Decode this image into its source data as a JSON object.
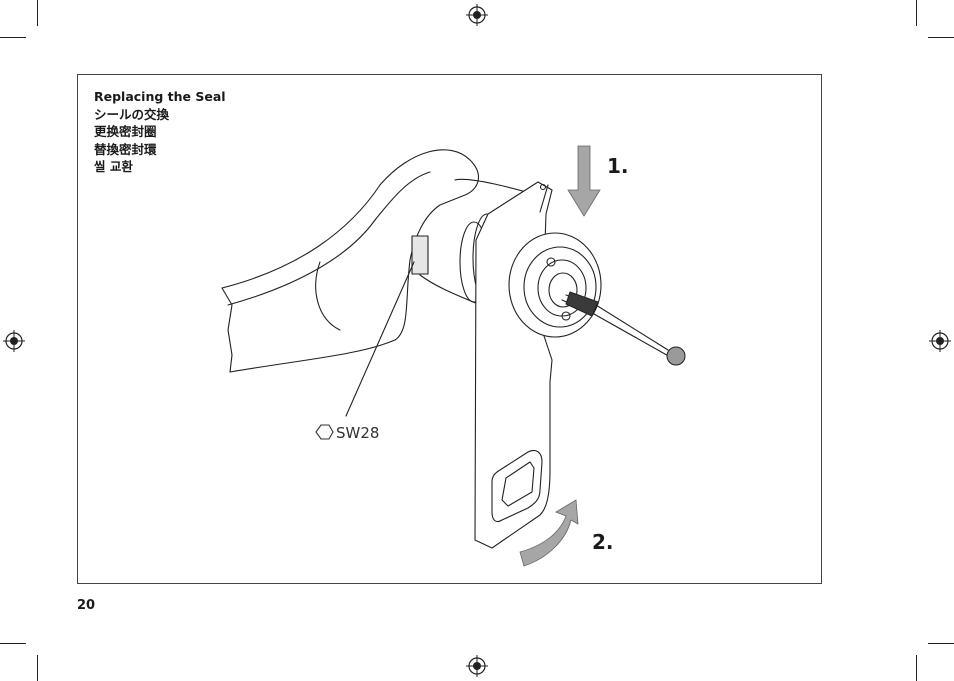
{
  "page": {
    "number": "20"
  },
  "headings": {
    "en": "Replacing the Seal",
    "ja": "シールの交換",
    "zh_simplified": "更换密封圈",
    "zh_traditional": "替換密封環",
    "ko": "씰 교환"
  },
  "illustration": {
    "step1_label": "1.",
    "step2_label": "2.",
    "wrench_size_label": "SW28",
    "wrench_size_icon": "hexagon-icon"
  },
  "colors": {
    "arrow_fill": "#a6a6a6",
    "line_art": "#222222",
    "stylus_ball": "#9a9a9a"
  }
}
